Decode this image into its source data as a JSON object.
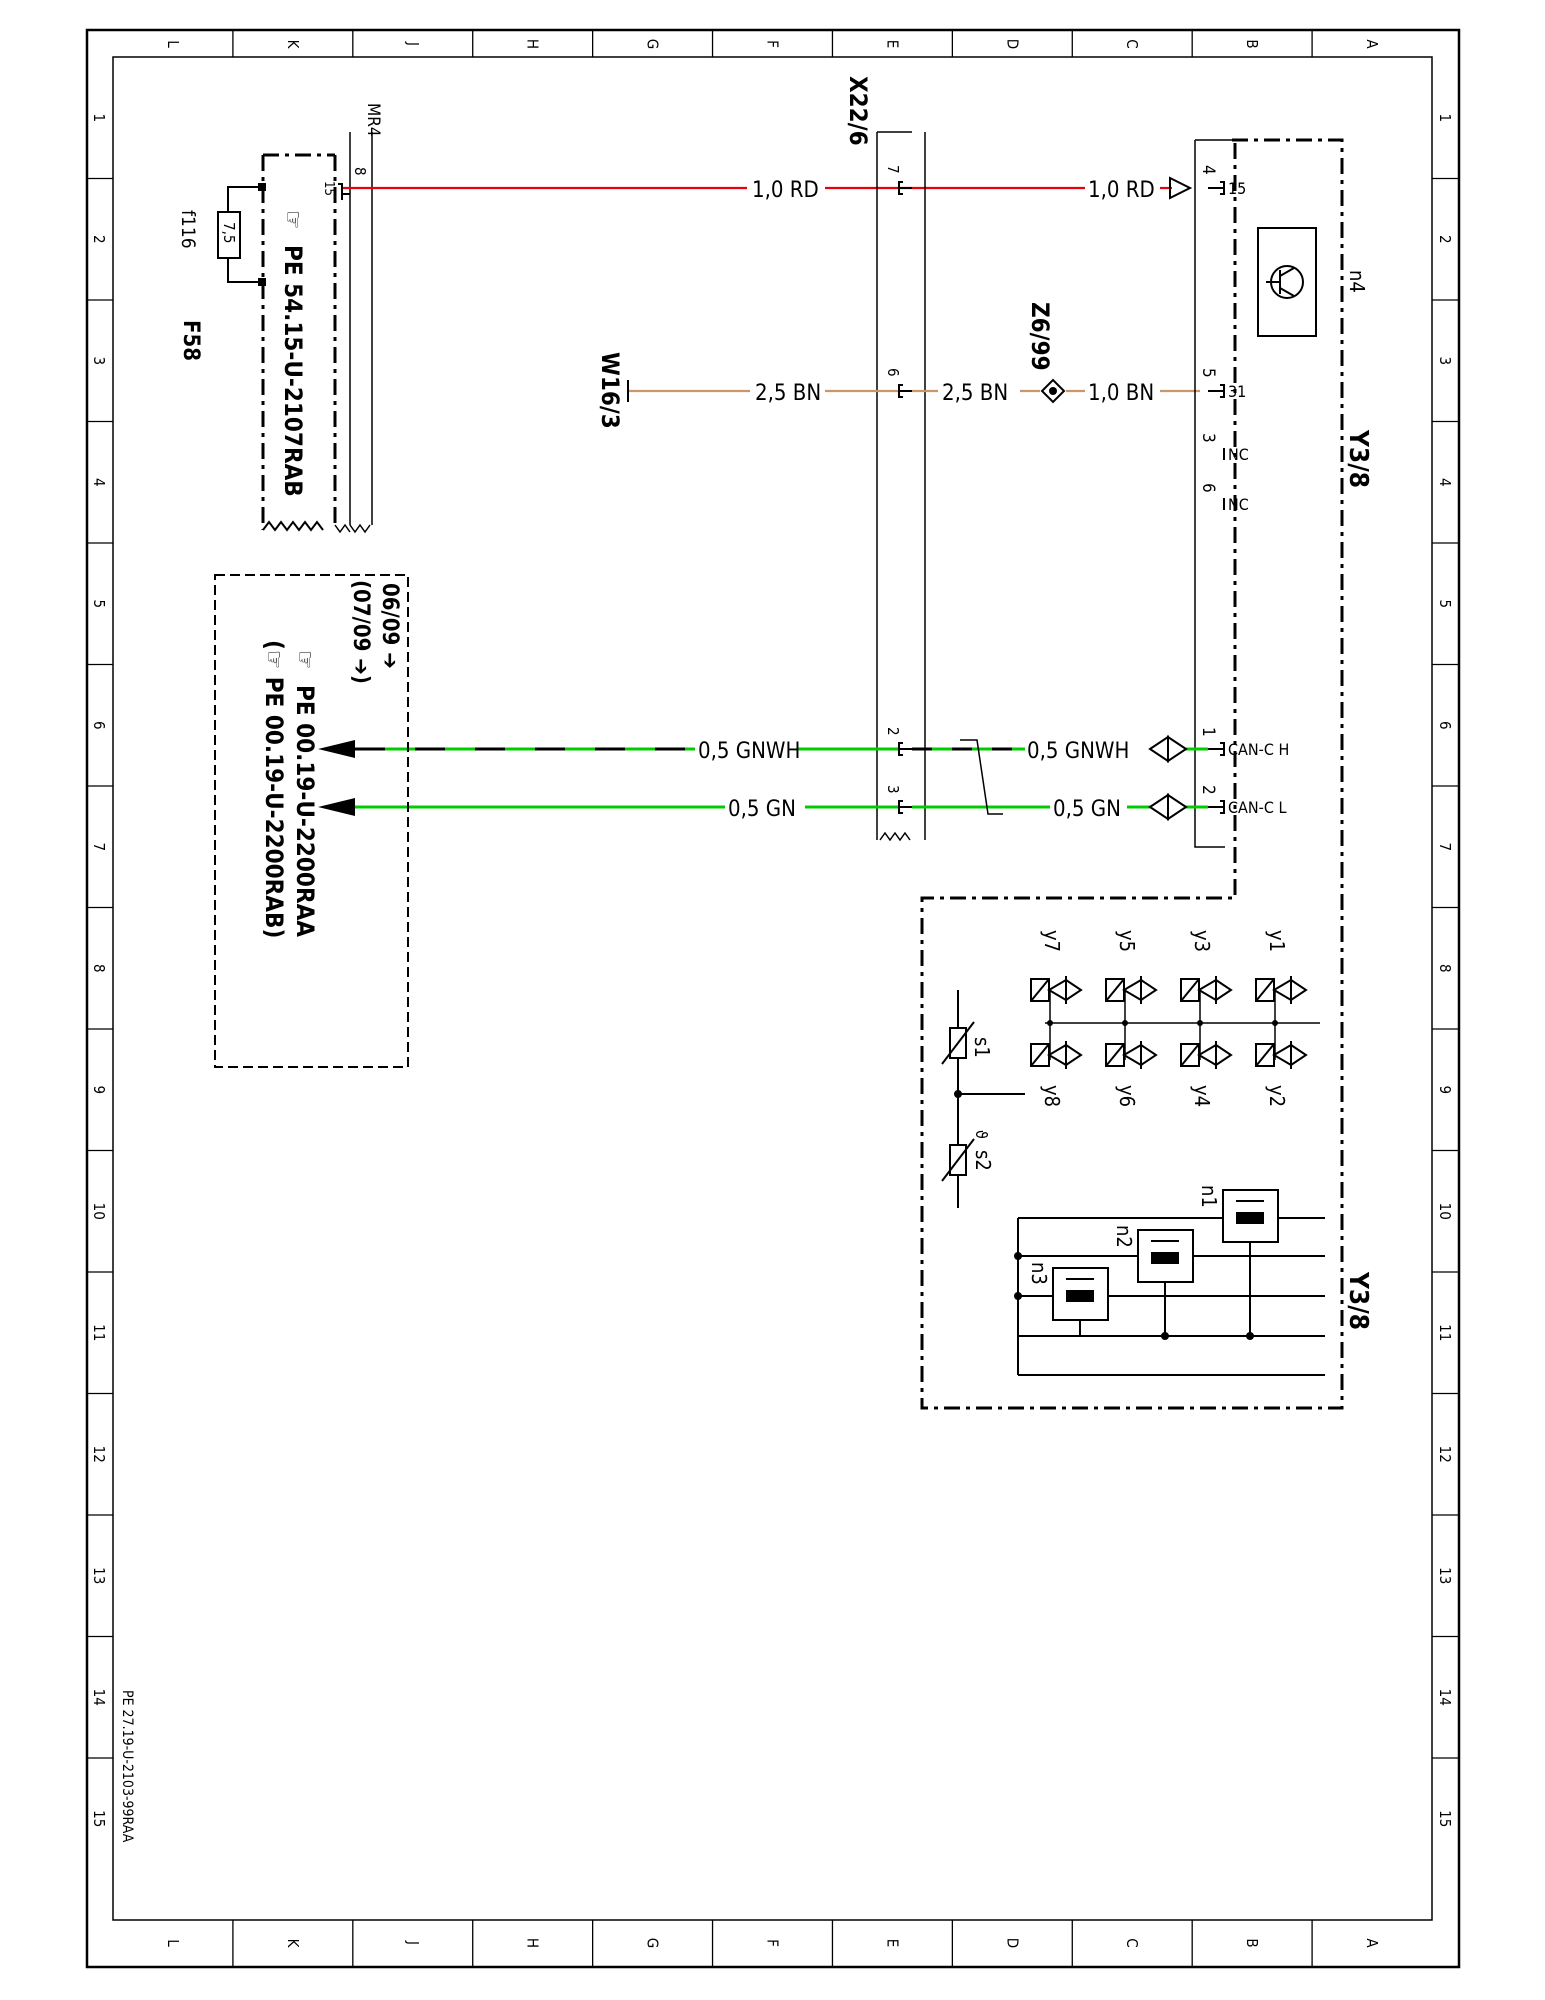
{
  "frame": {
    "column_letters": [
      "L",
      "K",
      "J",
      "H",
      "G",
      "F",
      "E",
      "D",
      "C",
      "B",
      "A"
    ],
    "row_numbers": [
      "1",
      "2",
      "3",
      "4",
      "5",
      "6",
      "7",
      "8",
      "9",
      "10",
      "11",
      "12",
      "13",
      "14",
      "15"
    ],
    "document_ref": "PE 27.19-U-2103-99RAA"
  },
  "fuse": {
    "code": "F58",
    "fuse_name": "f116",
    "rating": "7,5",
    "block_name": "MR4",
    "pin_15": "15",
    "pin_8": "8",
    "ref": "PE  54.15-U-2107RAB"
  },
  "connector_x22": {
    "code": "X22/6",
    "pins": [
      "7",
      "6",
      "2",
      "3"
    ]
  },
  "ground": {
    "code": "W16/3"
  },
  "splice": {
    "code": "Z6/99"
  },
  "module": {
    "code": "Y3/8",
    "sub_code": "n4",
    "pins": [
      "4",
      "5",
      "3",
      "6",
      "1",
      "2"
    ],
    "pin_labels": [
      "15",
      "31",
      "NC",
      "NC",
      "CAN-C H",
      "CAN-C L"
    ]
  },
  "wires": {
    "w_red_1": "1,0 RD",
    "w_red_2": "1,0 RD",
    "w_brown_1": "2,5 BN",
    "w_brown_2": "2,5 BN",
    "w_brown_3": "1,0 BN",
    "w_gnwh_1": "0,5 GNWH",
    "w_gnwh_2": "0,5 GNWH",
    "w_gn_1": "0,5 GN",
    "w_gn_2": "0,5 GN"
  },
  "colors": {
    "red_wire": "#e8000f",
    "brown_wire": "#c8976a",
    "green_wire": "#00cc00",
    "line": "#000000"
  },
  "notes": {
    "date_from": "06/09 ➔",
    "date_to": "(07/09 ➔)",
    "ref_a": "PE  00.19-U-2200RAA",
    "ref_b": "(☞ PE  00.19-U-2200RAB)"
  },
  "valve_block": {
    "code": "Y3/8",
    "solenoids_top": [
      "y1",
      "y3",
      "y5",
      "y7"
    ],
    "solenoids_bottom": [
      "y2",
      "y4",
      "y6",
      "y8"
    ],
    "sensors": [
      "s1",
      "s2"
    ],
    "speed_sensors": [
      "n1",
      "n2",
      "n3"
    ]
  }
}
